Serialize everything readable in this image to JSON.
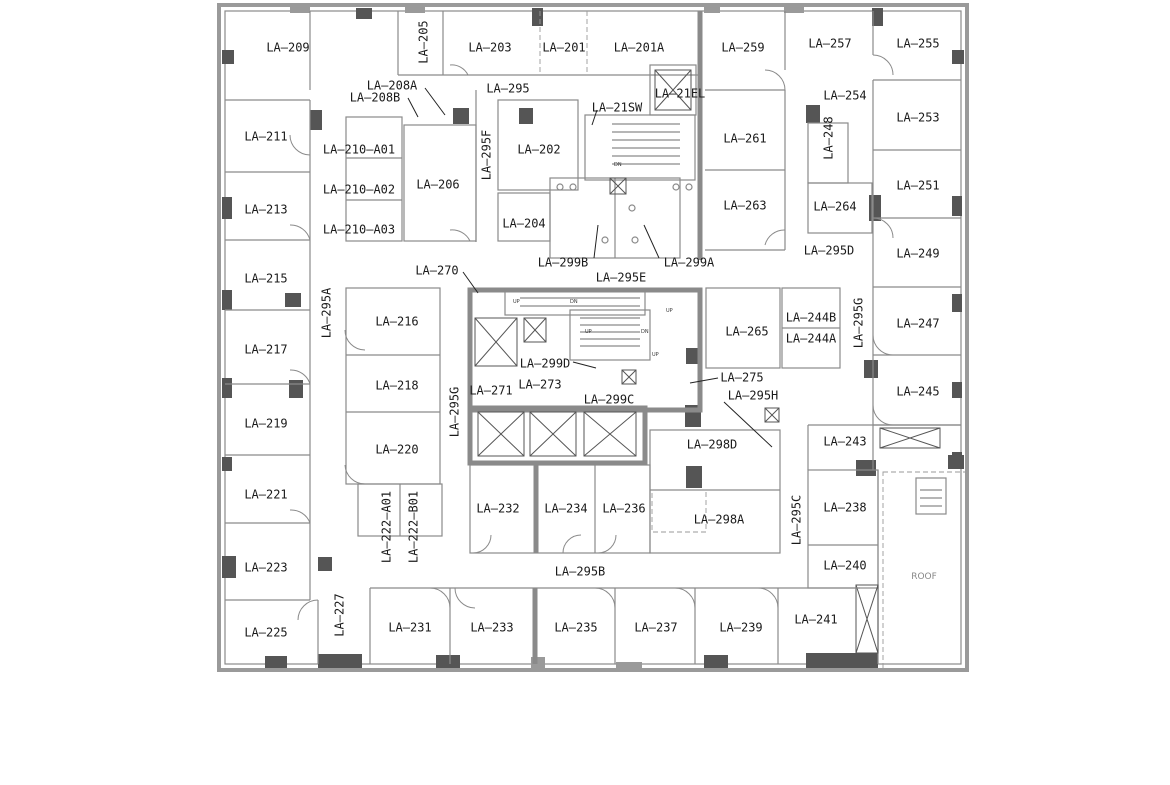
{
  "rooms": [
    {
      "id": "LA-209",
      "label": "LA–209"
    },
    {
      "id": "LA-205",
      "label": "LA–205"
    },
    {
      "id": "LA-203",
      "label": "LA–203"
    },
    {
      "id": "LA-201",
      "label": "LA–201"
    },
    {
      "id": "LA-201A",
      "label": "LA–201A"
    },
    {
      "id": "LA-259",
      "label": "LA–259"
    },
    {
      "id": "LA-257",
      "label": "LA–257"
    },
    {
      "id": "LA-255",
      "label": "LA–255"
    },
    {
      "id": "LA-208A",
      "label": "LA–208A"
    },
    {
      "id": "LA-208B",
      "label": "LA–208B"
    },
    {
      "id": "LA-295",
      "label": "LA–295"
    },
    {
      "id": "LA-21EL",
      "label": "LA–21EL"
    },
    {
      "id": "LA-254",
      "label": "LA–254"
    },
    {
      "id": "LA-21SW",
      "label": "LA–21SW"
    },
    {
      "id": "LA-253",
      "label": "LA–253"
    },
    {
      "id": "LA-211",
      "label": "LA–211"
    },
    {
      "id": "LA-210-A01",
      "label": "LA–210–A01"
    },
    {
      "id": "LA-202",
      "label": "LA–202"
    },
    {
      "id": "LA-261",
      "label": "LA–261"
    },
    {
      "id": "LA-248",
      "label": "LA–248"
    },
    {
      "id": "LA-295F",
      "label": "LA–295F"
    },
    {
      "id": "LA-206",
      "label": "LA–206"
    },
    {
      "id": "LA-210-A02",
      "label": "LA–210–A02"
    },
    {
      "id": "LA-251",
      "label": "LA–251"
    },
    {
      "id": "LA-213",
      "label": "LA–213"
    },
    {
      "id": "LA-263",
      "label": "LA–263"
    },
    {
      "id": "LA-264",
      "label": "LA–264"
    },
    {
      "id": "LA-204",
      "label": "LA–204"
    },
    {
      "id": "LA-210-A03",
      "label": "LA–210–A03"
    },
    {
      "id": "LA-295D",
      "label": "LA–295D"
    },
    {
      "id": "LA-249",
      "label": "LA–249"
    },
    {
      "id": "LA-299B",
      "label": "LA–299B"
    },
    {
      "id": "LA-299A",
      "label": "LA–299A"
    },
    {
      "id": "LA-270",
      "label": "LA–270"
    },
    {
      "id": "LA-295E",
      "label": "LA–295E"
    },
    {
      "id": "LA-215",
      "label": "LA–215"
    },
    {
      "id": "LA-295G-right",
      "label": "LA–295G"
    },
    {
      "id": "LA-244B",
      "label": "LA–244B"
    },
    {
      "id": "LA-216",
      "label": "LA–216"
    },
    {
      "id": "LA-247",
      "label": "LA–247"
    },
    {
      "id": "LA-295A",
      "label": "LA–295A"
    },
    {
      "id": "LA-265",
      "label": "LA–265"
    },
    {
      "id": "LA-244A",
      "label": "LA–244A"
    },
    {
      "id": "LA-217",
      "label": "LA–217"
    },
    {
      "id": "LA-299D",
      "label": "LA–299D"
    },
    {
      "id": "LA-275",
      "label": "LA–275"
    },
    {
      "id": "LA-218",
      "label": "LA–218"
    },
    {
      "id": "LA-273",
      "label": "LA–273"
    },
    {
      "id": "LA-271",
      "label": "LA–271"
    },
    {
      "id": "LA-245",
      "label": "LA–245"
    },
    {
      "id": "LA-295H",
      "label": "LA–295H"
    },
    {
      "id": "LA-299C",
      "label": "LA–299C"
    },
    {
      "id": "LA-219",
      "label": "LA–219"
    },
    {
      "id": "LA-295G-left",
      "label": "LA–295G"
    },
    {
      "id": "LA-243",
      "label": "LA–243"
    },
    {
      "id": "LA-298D",
      "label": "LA–298D"
    },
    {
      "id": "LA-220",
      "label": "LA–220"
    },
    {
      "id": "LA-221",
      "label": "LA–221"
    },
    {
      "id": "LA-222-A01",
      "label": "LA–222–A01"
    },
    {
      "id": "LA-222-B01",
      "label": "LA–222–B01"
    },
    {
      "id": "LA-232",
      "label": "LA–232"
    },
    {
      "id": "LA-234",
      "label": "LA–234"
    },
    {
      "id": "LA-236",
      "label": "LA–236"
    },
    {
      "id": "LA-238",
      "label": "LA–238"
    },
    {
      "id": "LA-298A",
      "label": "LA–298A"
    },
    {
      "id": "LA-295C",
      "label": "LA–295C"
    },
    {
      "id": "LA-223",
      "label": "LA–223"
    },
    {
      "id": "LA-240",
      "label": "LA–240"
    },
    {
      "id": "LA-295B",
      "label": "LA–295B"
    },
    {
      "id": "LA-241",
      "label": "LA–241"
    },
    {
      "id": "LA-225",
      "label": "LA–225"
    },
    {
      "id": "LA-227",
      "label": "LA–227"
    },
    {
      "id": "LA-231",
      "label": "LA–231"
    },
    {
      "id": "LA-233",
      "label": "LA–233"
    },
    {
      "id": "LA-235",
      "label": "LA–235"
    },
    {
      "id": "LA-237",
      "label": "LA–237"
    },
    {
      "id": "LA-239",
      "label": "LA–239"
    }
  ],
  "roof_label": "ROOF",
  "stair_marks": {
    "up": "UP",
    "dn": "DN"
  }
}
